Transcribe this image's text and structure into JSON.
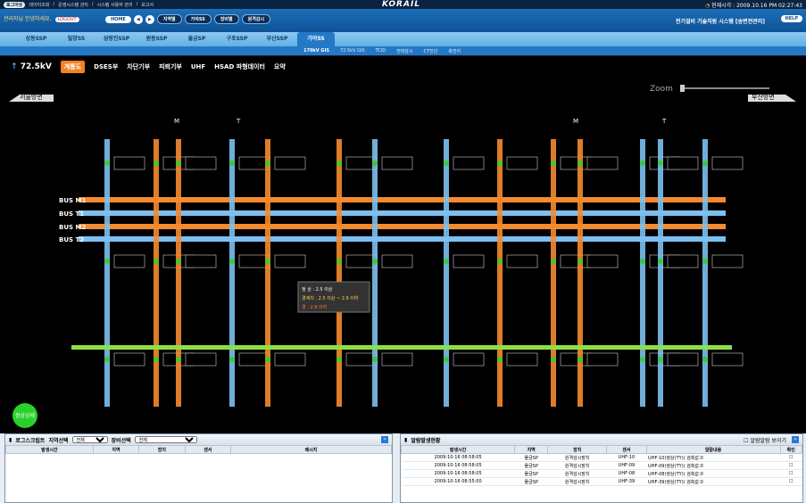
{
  "topbar": {
    "home": "로그아웃",
    "crumbs": [
      "데이터조회",
      "운영시스템 관리",
      "시스템 사용자 관리",
      "보고서"
    ]
  },
  "logo": "KORAIL",
  "clock": {
    "label": "현재시각",
    "value": "2009.10.16 PM 02:27:43"
  },
  "header": {
    "greeting": "관리자님 안녕하세요.",
    "logout": "LOGOUT",
    "home": "HOME",
    "pills": [
      "지역별",
      "가야SS",
      "장비별",
      "원격감시"
    ],
    "system_title": "전기설비 기술지원 시스템 [송변전관리]",
    "help": "HELP"
  },
  "tabs": [
    "상동SSP",
    "밀양SS",
    "삼랑진SSP",
    "원동SSP",
    "물금SP",
    "구포SSP",
    "부산SSP",
    "가야SS"
  ],
  "active_tab": 7,
  "subtabs": [
    "170kV GIS",
    "72.5kV GIS",
    "TCID",
    "전력감시",
    "CT진단",
    "축전지"
  ],
  "toolbar": {
    "voltage_value": "72.5kV",
    "buttons": [
      "계통도",
      "DSES부",
      "차단기부",
      "피뢰기부",
      "UHF",
      "HSAD 파형데이터",
      "요약"
    ],
    "active": 0
  },
  "diagram": {
    "left_dir": "서울방면",
    "right_dir": "부산방면",
    "zoom": "Zoom",
    "buses": [
      {
        "name": "BUS M1",
        "color": "#f58a2e"
      },
      {
        "name": "BUS T1",
        "color": "#7cc0f0"
      },
      {
        "name": "BUS M2",
        "color": "#f58a2e"
      },
      {
        "name": "BUS T2",
        "color": "#7cc0f0"
      }
    ],
    "top_labels": [
      "M",
      "T",
      "M",
      "T"
    ],
    "popup": {
      "normal": "정 상 : 2.5 이상",
      "warn": "경계치 : 2.5 이상 ~ 2.9 이하",
      "alarm": "경 : 2.9 이하"
    },
    "status": "정상상태"
  },
  "log_panel": {
    "title": "로그스크립트",
    "area_label": "지역선택",
    "area_value": "전체",
    "equip_label": "장비선택",
    "equip_value": "전체",
    "columns": [
      "발생시간",
      "지역",
      "장치",
      "센서",
      "메시지"
    ]
  },
  "alarm_panel": {
    "title": "알람발생현황",
    "check_label": "알람알람 보이기",
    "columns": [
      "발생시간",
      "지역",
      "장치",
      "센서",
      "알람내용",
      "확인"
    ],
    "rows": [
      [
        "2009-10-16 08:58:05",
        "물금SP",
        "원격감시장치",
        "UHF-10",
        "UHF-10(정상(TY)) 검측값:0"
      ],
      [
        "2009-10-16 08:58:05",
        "물금SP",
        "원격감시장치",
        "UHF-09",
        "UHF-09(정상(TY)) 검측값:0"
      ],
      [
        "2009-10-16 08:58:05",
        "물금SP",
        "원격감시장치",
        "UHF-08",
        "UHF-08(정상(TY)) 검측값:0"
      ],
      [
        "2009-10-16 08:55:00",
        "물금SP",
        "원격감시장치",
        "UHF-39",
        "UHF-39(정상(TY)) 검측값:0"
      ]
    ]
  }
}
